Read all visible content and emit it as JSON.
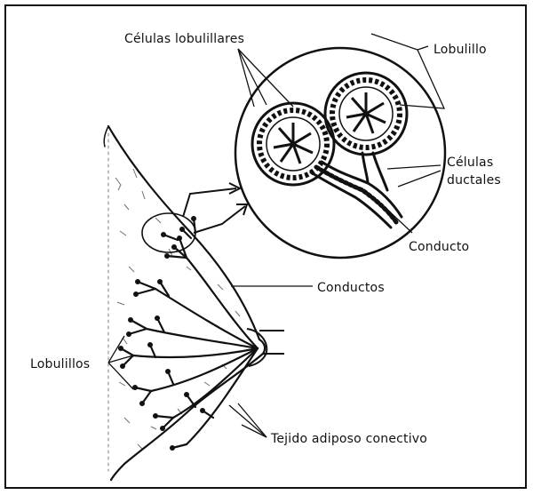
{
  "diagram": {
    "labels": {
      "lobular_cells": "Células lobulillares",
      "lobule": "Lobulillo",
      "ductal_cells_line1": "Células",
      "ductal_cells_line2": "ductales",
      "duct": "Conducto",
      "ducts": "Conductos",
      "lobules": "Lobulillos",
      "adipose_tissue": "Tejido adiposo conectivo"
    },
    "colors": {
      "ink": "#111111",
      "background": "#ffffff"
    }
  }
}
